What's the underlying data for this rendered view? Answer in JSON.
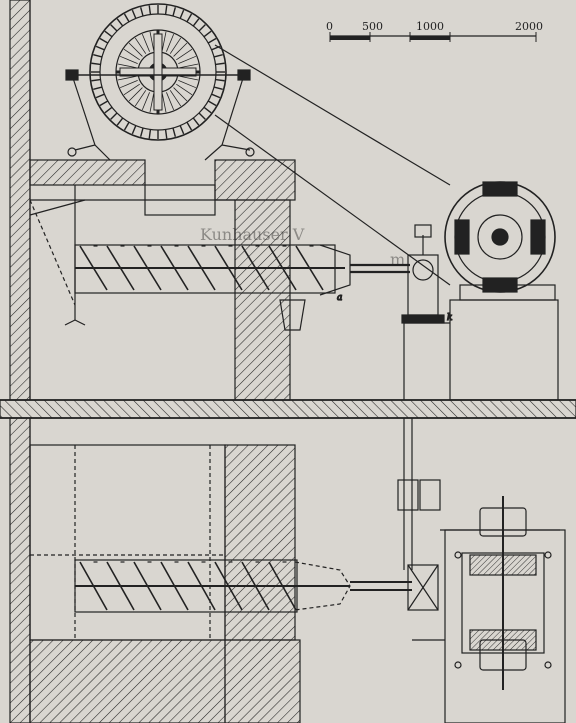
{
  "scale_bar": {
    "ticks": [
      "0",
      "500",
      "1000",
      "2000"
    ]
  },
  "labels": {
    "a": "a",
    "k": "k"
  },
  "bleed_through_text": [
    "Kunhauser V",
    "m"
  ],
  "colors": {
    "paper": "#d9d6d0",
    "ink": "#222222",
    "bleed": "#8c8a86"
  }
}
